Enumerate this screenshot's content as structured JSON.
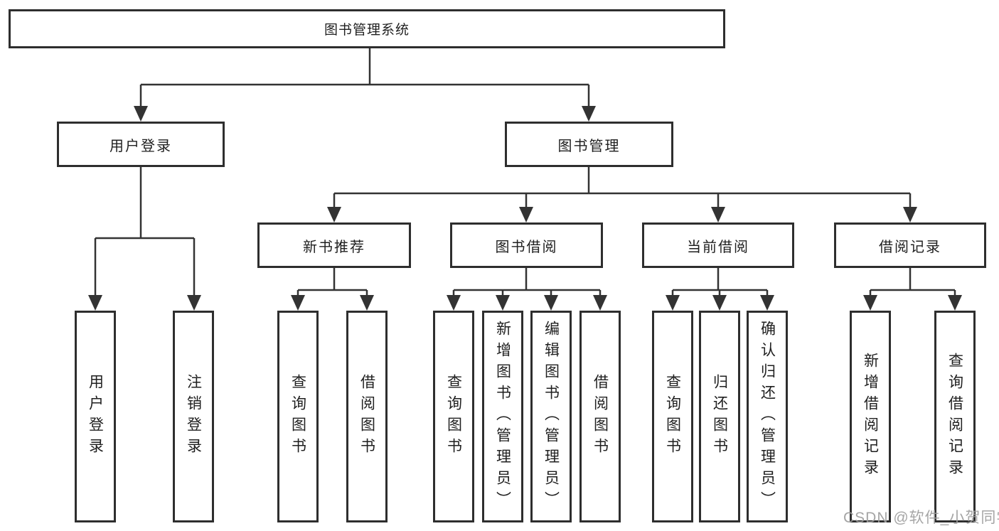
{
  "diagram": {
    "root": {
      "label": "图书管理系统"
    },
    "branches": [
      {
        "label": "用户登录",
        "leaves": [
          "用户登录",
          "注销登录"
        ]
      },
      {
        "label": "图书管理",
        "groups": [
          {
            "label": "新书推荐",
            "leaves": [
              "查询图书",
              "借阅图书"
            ]
          },
          {
            "label": "图书借阅",
            "leaves": [
              "查询图书",
              "新增图书（管理员）",
              "编辑图书（管理员）",
              "借阅图书"
            ]
          },
          {
            "label": "当前借阅",
            "leaves": [
              "查询图书",
              "归还图书",
              "确认归还（管理员）"
            ]
          },
          {
            "label": "借阅记录",
            "leaves": [
              "新增借阅记录",
              "查询借阅记录"
            ]
          }
        ]
      }
    ]
  },
  "watermark": {
    "text": "CSDN @软件_小贺同学"
  },
  "colors": {
    "background": "#ffffff",
    "line": "#333333",
    "box_border": "#2e2e2e",
    "text": "#1f1f1f",
    "watermark": "#9e9e9e"
  }
}
